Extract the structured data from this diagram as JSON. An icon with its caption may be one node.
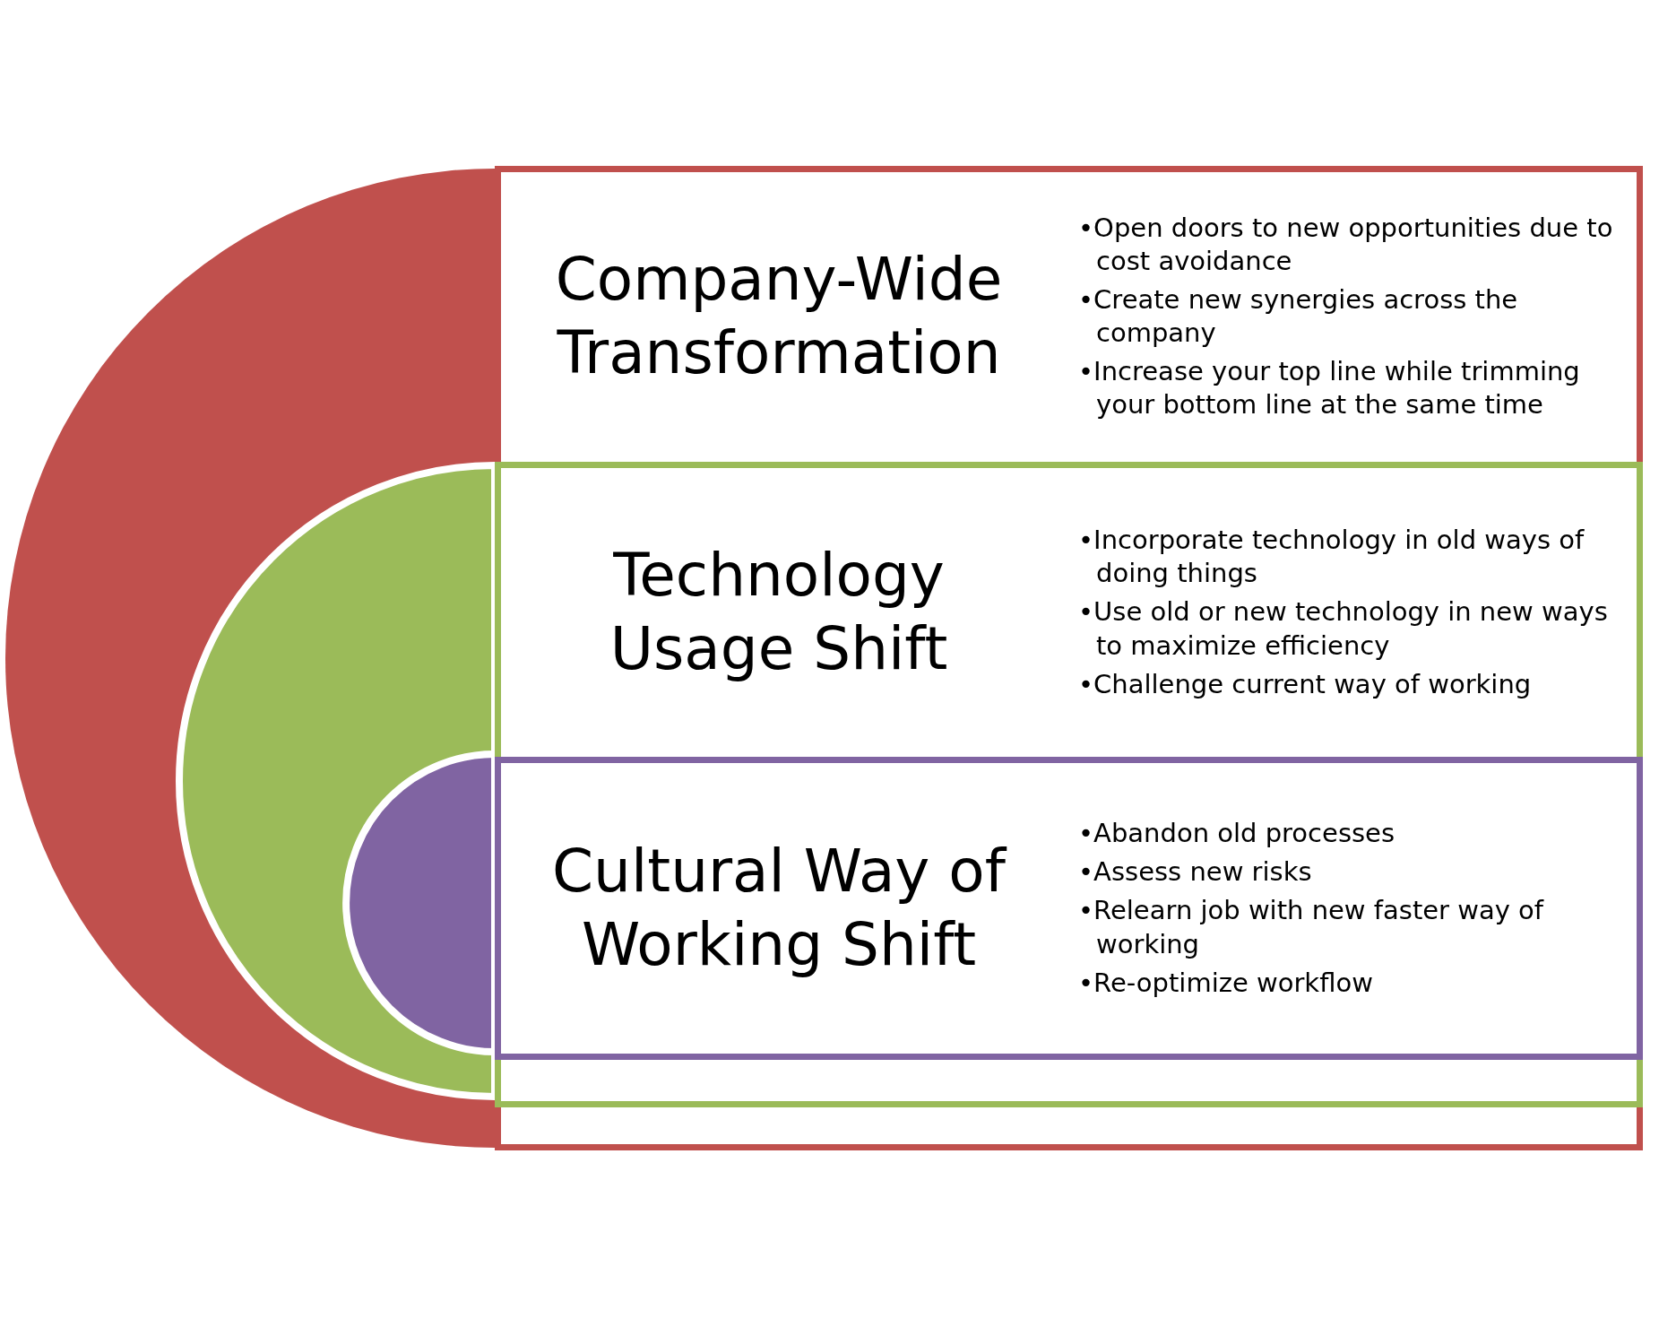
{
  "diagram": {
    "nodes": [
      {
        "text": [
          "Company-Wide Transformation",
          "•Open doors to new opportunities due to cost avoidance",
          "•Create new synergies across the company",
          "•Increase your top line while trimming your bottom line at the same time"
        ]
      },
      {
        "text": [
          "Technology Usage Shift",
          "•Incorporate technology in old ways of doing things",
          "•Use old or new technology in new ways to maximize efficiency",
          "•Challenge current way of working"
        ],
        "in": 0
      },
      {
        "text": [
          "Cultural Way of Working Shift",
          "•Abandon old processes",
          "•Assess new risks",
          "•Relearn job with new faster way of working",
          "•Re-optimize workflow"
        ],
        "in": 1
      }
    ],
    "edges": []
  }
}
